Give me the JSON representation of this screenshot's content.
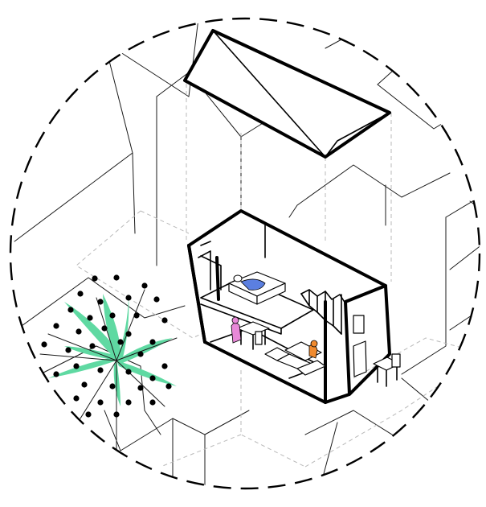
{
  "illustration": {
    "style": "isometric axonometric line drawing in a dashed circular frame",
    "colors": {
      "line": "#1a1a1a",
      "dashed_guides": "#b9b9b9",
      "plant": "#5fd9a2",
      "figure_blue": "#5b7fe0",
      "figure_pink": "#e889d8",
      "figure_orange": "#f08a2e",
      "background": "#ffffff"
    },
    "icons": [
      "circular-frame",
      "lifted-roof",
      "house-cutaway",
      "tree-top-view",
      "staircase",
      "sleeping-figure",
      "sitting-figure",
      "sofa-set",
      "outdoor-table-chairs"
    ]
  }
}
